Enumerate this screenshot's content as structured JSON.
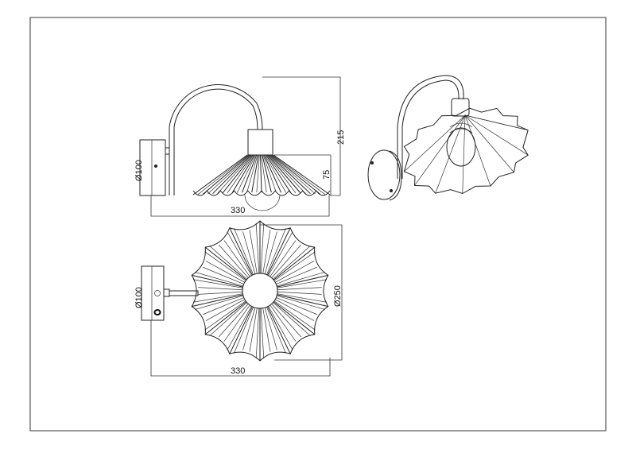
{
  "drawing": {
    "side_view": {
      "width_label": "330",
      "height_label": "215",
      "shade_height_label": "75",
      "plate_diameter_label": "Ø100"
    },
    "top_view": {
      "width_label": "330",
      "shade_diameter_label": "Ø250",
      "plate_diameter_label": "Ø100"
    },
    "shade_pleats": 14,
    "line_color": "#222222",
    "frame_color": "#555555"
  }
}
